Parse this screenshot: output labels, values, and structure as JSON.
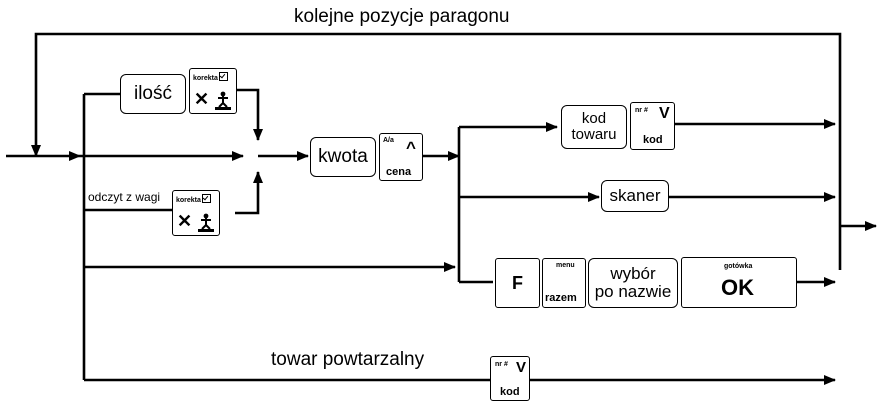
{
  "title": "kolejne pozycje paragonu",
  "labels": {
    "odczyt": "odczyt z wagi",
    "towar": "towar powtarzalny"
  },
  "boxes": {
    "ilosc": "ilość",
    "kwota": "kwota",
    "kod_towaru_line1": "kod",
    "kod_towaru_line2": "towaru",
    "skaner": "skaner",
    "wybor_line1": "wybór",
    "wybor_line2": "po nazwie"
  },
  "keys": {
    "korekta1": {
      "top": "korekta",
      "icons": [
        "x-icon",
        "scale-person-icon"
      ]
    },
    "korekta2": {
      "top": "korekta",
      "icons": [
        "x-icon",
        "scale-person-icon"
      ]
    },
    "cena": {
      "top": "A/a",
      "arrow": "^",
      "bottom": "cena"
    },
    "kod1": {
      "top": "nr #",
      "arrow": "V",
      "bottom": "kod"
    },
    "kod2": {
      "top": "nr #",
      "arrow": "V",
      "bottom": "kod"
    },
    "f": {
      "label": "F"
    },
    "razem": {
      "top": "menu",
      "bottom": "razem"
    },
    "ok": {
      "top": "gotówka",
      "bottom": "OK"
    }
  }
}
